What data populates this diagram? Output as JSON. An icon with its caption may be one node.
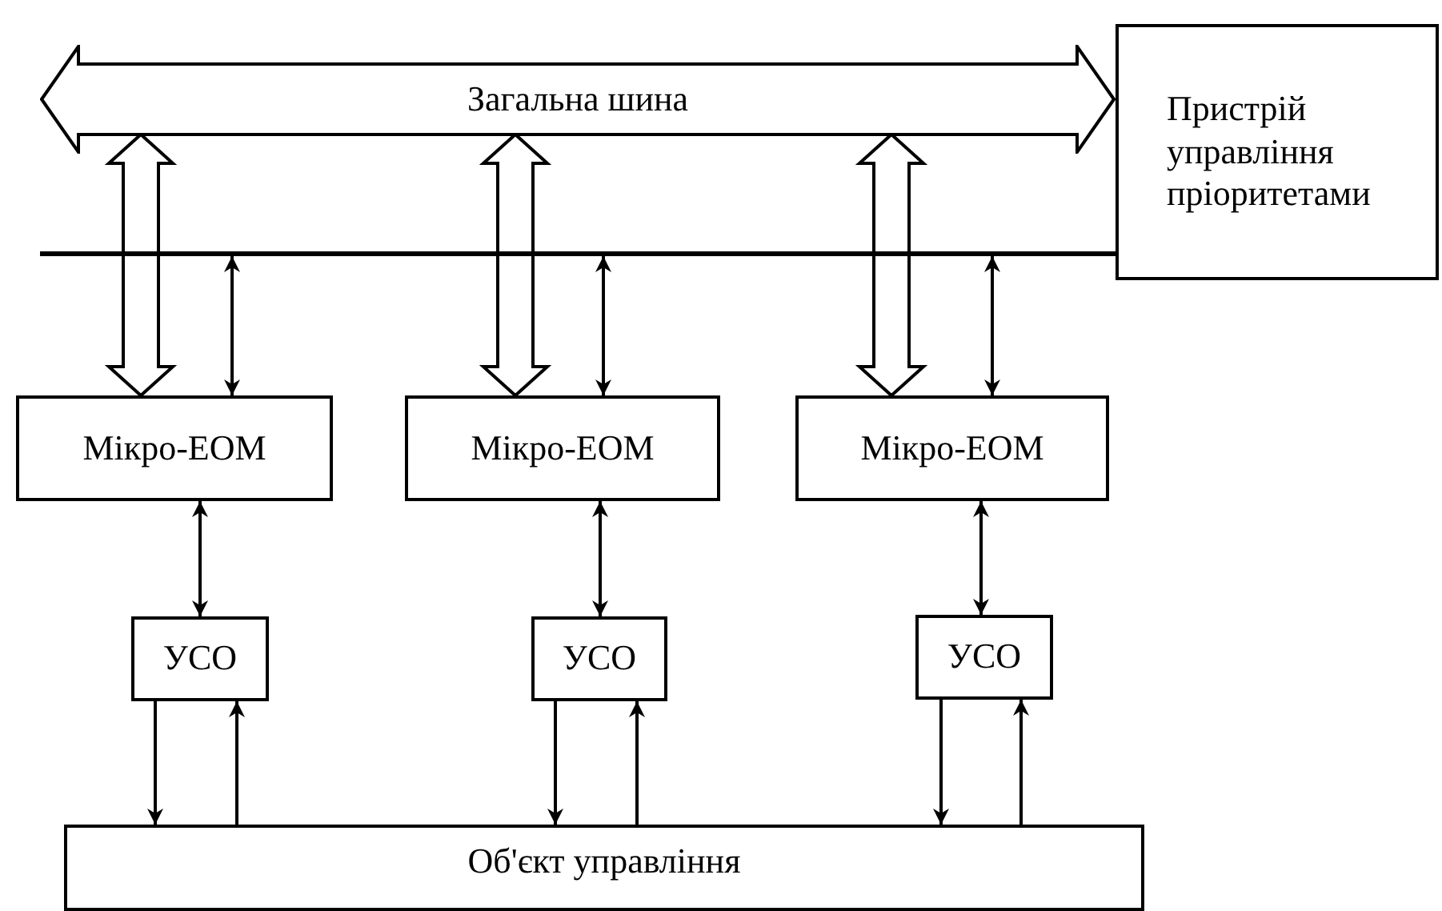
{
  "diagram": {
    "nodes": [
      {
        "text": [
          "Загальна шина"
        ]
      },
      {
        "text": [
          "Пристрій управління пріоритетами"
        ]
      },
      {
        "text": [],
        "shape": "bar"
      },
      {
        "text": [
          "Мікро-ЕОМ"
        ]
      },
      {
        "text": [
          "Мікро-ЕОМ"
        ]
      },
      {
        "text": [
          "Мікро-ЕОМ"
        ]
      },
      {
        "text": [
          "УСО"
        ]
      },
      {
        "text": [
          "УСО"
        ]
      },
      {
        "text": [
          "УСО"
        ]
      },
      {
        "text": [
          "Об'єкт управління"
        ]
      }
    ],
    "edges": [
      {
        "from": 0,
        "to": 3,
        "arrow": "both",
        "style": "thick"
      },
      {
        "from": 0,
        "to": 4,
        "arrow": "both",
        "style": "thick"
      },
      {
        "from": 0,
        "to": 5,
        "arrow": "both",
        "style": "thick"
      },
      {
        "from": 2,
        "to": 3,
        "arrow": "both"
      },
      {
        "from": 2,
        "to": 4,
        "arrow": "both"
      },
      {
        "from": 2,
        "to": 5,
        "arrow": "both"
      },
      {
        "from": 3,
        "to": 6,
        "arrow": "both"
      },
      {
        "from": 4,
        "to": 7,
        "arrow": "both"
      },
      {
        "from": 5,
        "to": 8,
        "arrow": "both"
      },
      {
        "from": 6,
        "to": 9,
        "arrow": "to"
      },
      {
        "from": 9,
        "to": 6,
        "arrow": "to"
      },
      {
        "from": 7,
        "to": 9,
        "arrow": "to"
      },
      {
        "from": 9,
        "to": 7,
        "arrow": "to"
      },
      {
        "from": 8,
        "to": 9,
        "arrow": "to"
      },
      {
        "from": 9,
        "to": 8,
        "arrow": "to"
      }
    ]
  }
}
